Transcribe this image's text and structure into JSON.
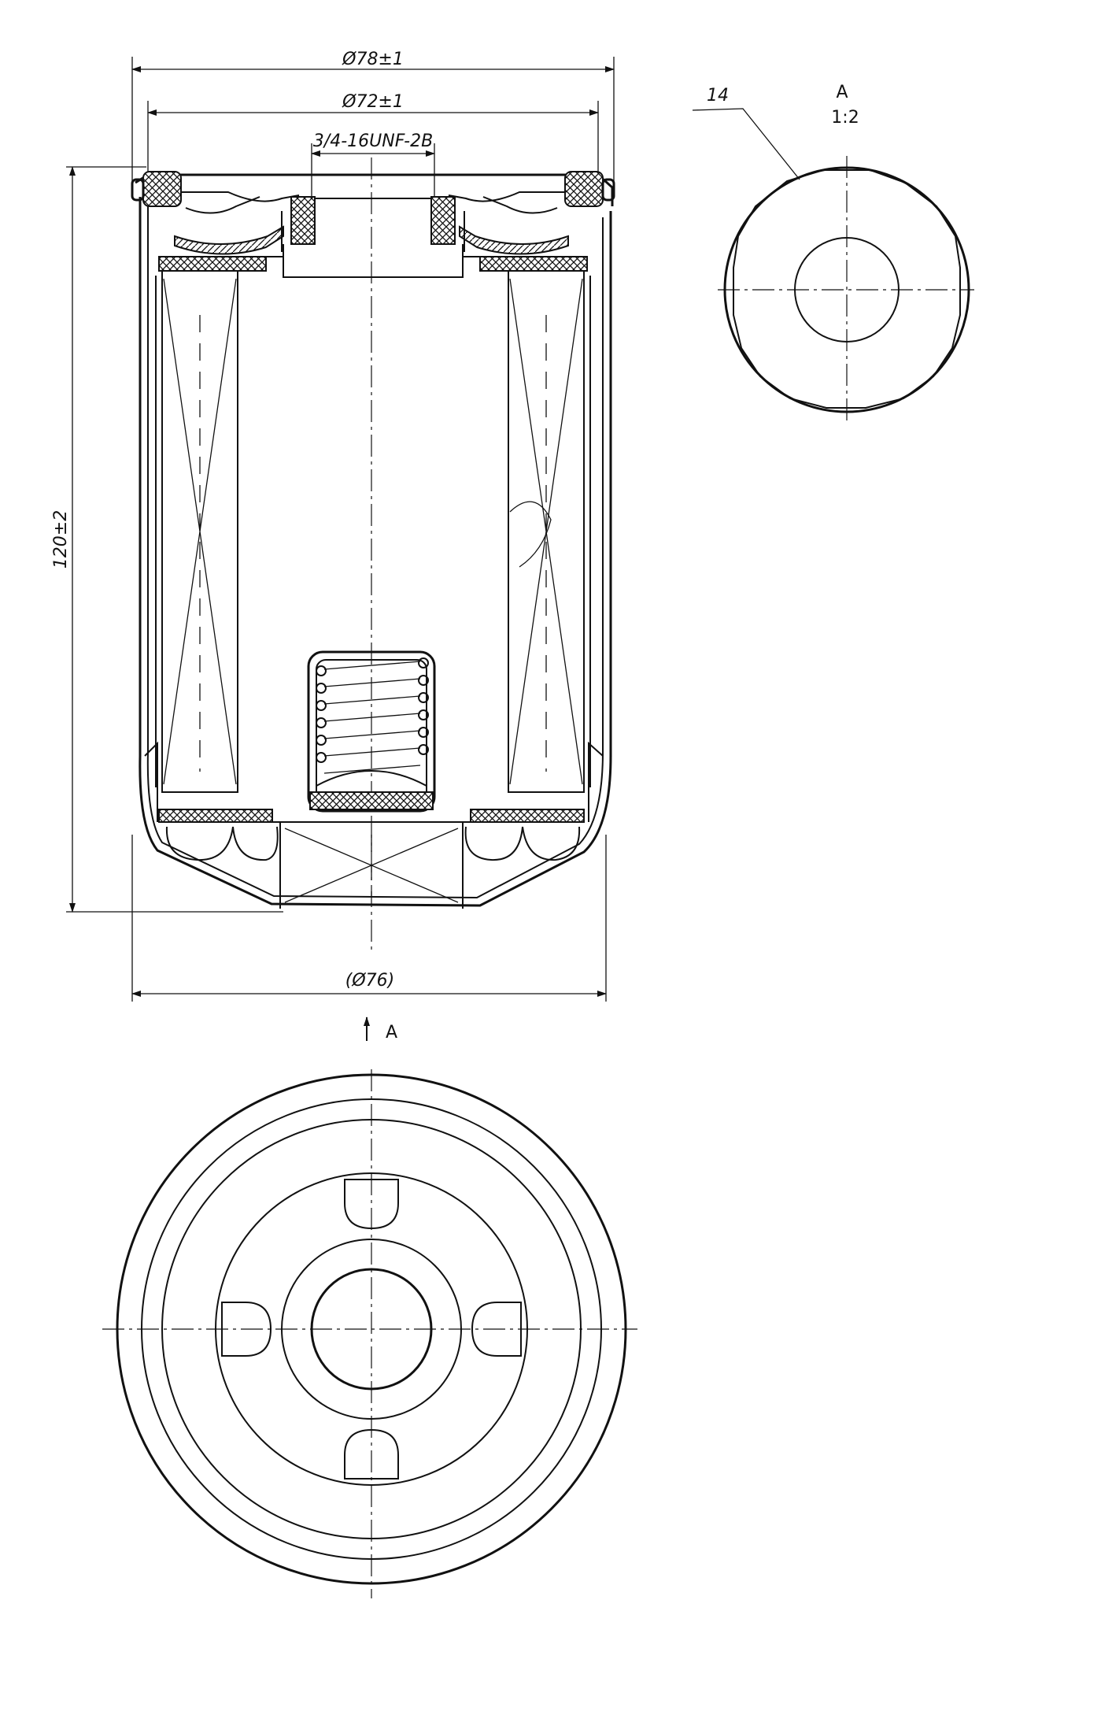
{
  "dimensions": {
    "outer_diameter": "Ø78±1",
    "gasket_diameter": "Ø72±1",
    "thread": "3/4-16UNF-2B",
    "height": "120±2",
    "body_diameter": "(Ø76)"
  },
  "view_arrow": {
    "label": "A"
  },
  "detail_view": {
    "name": "A",
    "scale": "1:2",
    "callout": "14"
  }
}
